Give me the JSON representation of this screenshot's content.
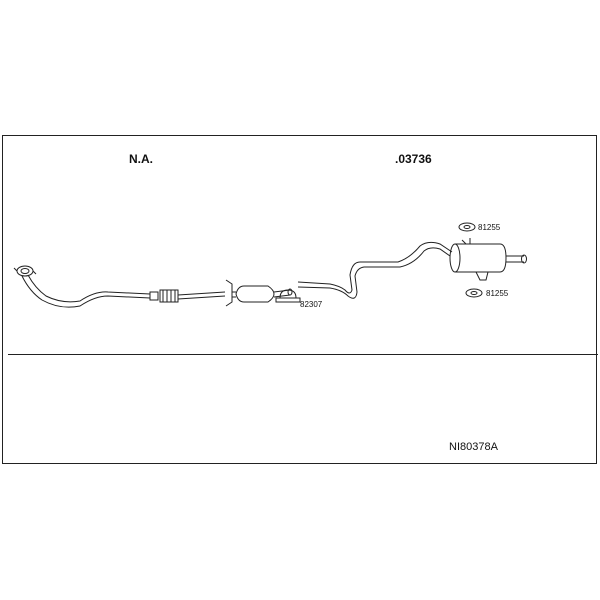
{
  "headers": {
    "left": "N.A.",
    "right": ".03736"
  },
  "parts": {
    "clamp": "82307",
    "gasket_top": "81255",
    "gasket_bottom": "81255"
  },
  "catalog_code": "NI80378A"
}
